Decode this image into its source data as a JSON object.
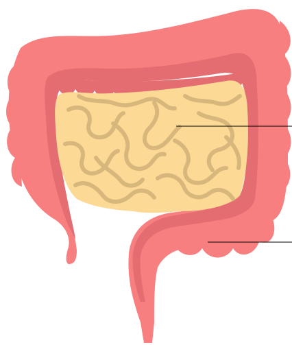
{
  "diagram": {
    "subject": "intestines-illustration",
    "colors": {
      "large_intestine": "#F87F80",
      "large_intestine_shadow": "#E46D71",
      "small_intestine": "#FCD995",
      "small_intestine_coil": "#D8B77C",
      "leader_line": "#000000",
      "background": "#FFFFFF"
    },
    "labels": [
      {
        "id": "small-intestine-pointer",
        "text": ""
      },
      {
        "id": "large-intestine-pointer",
        "text": ""
      }
    ]
  }
}
